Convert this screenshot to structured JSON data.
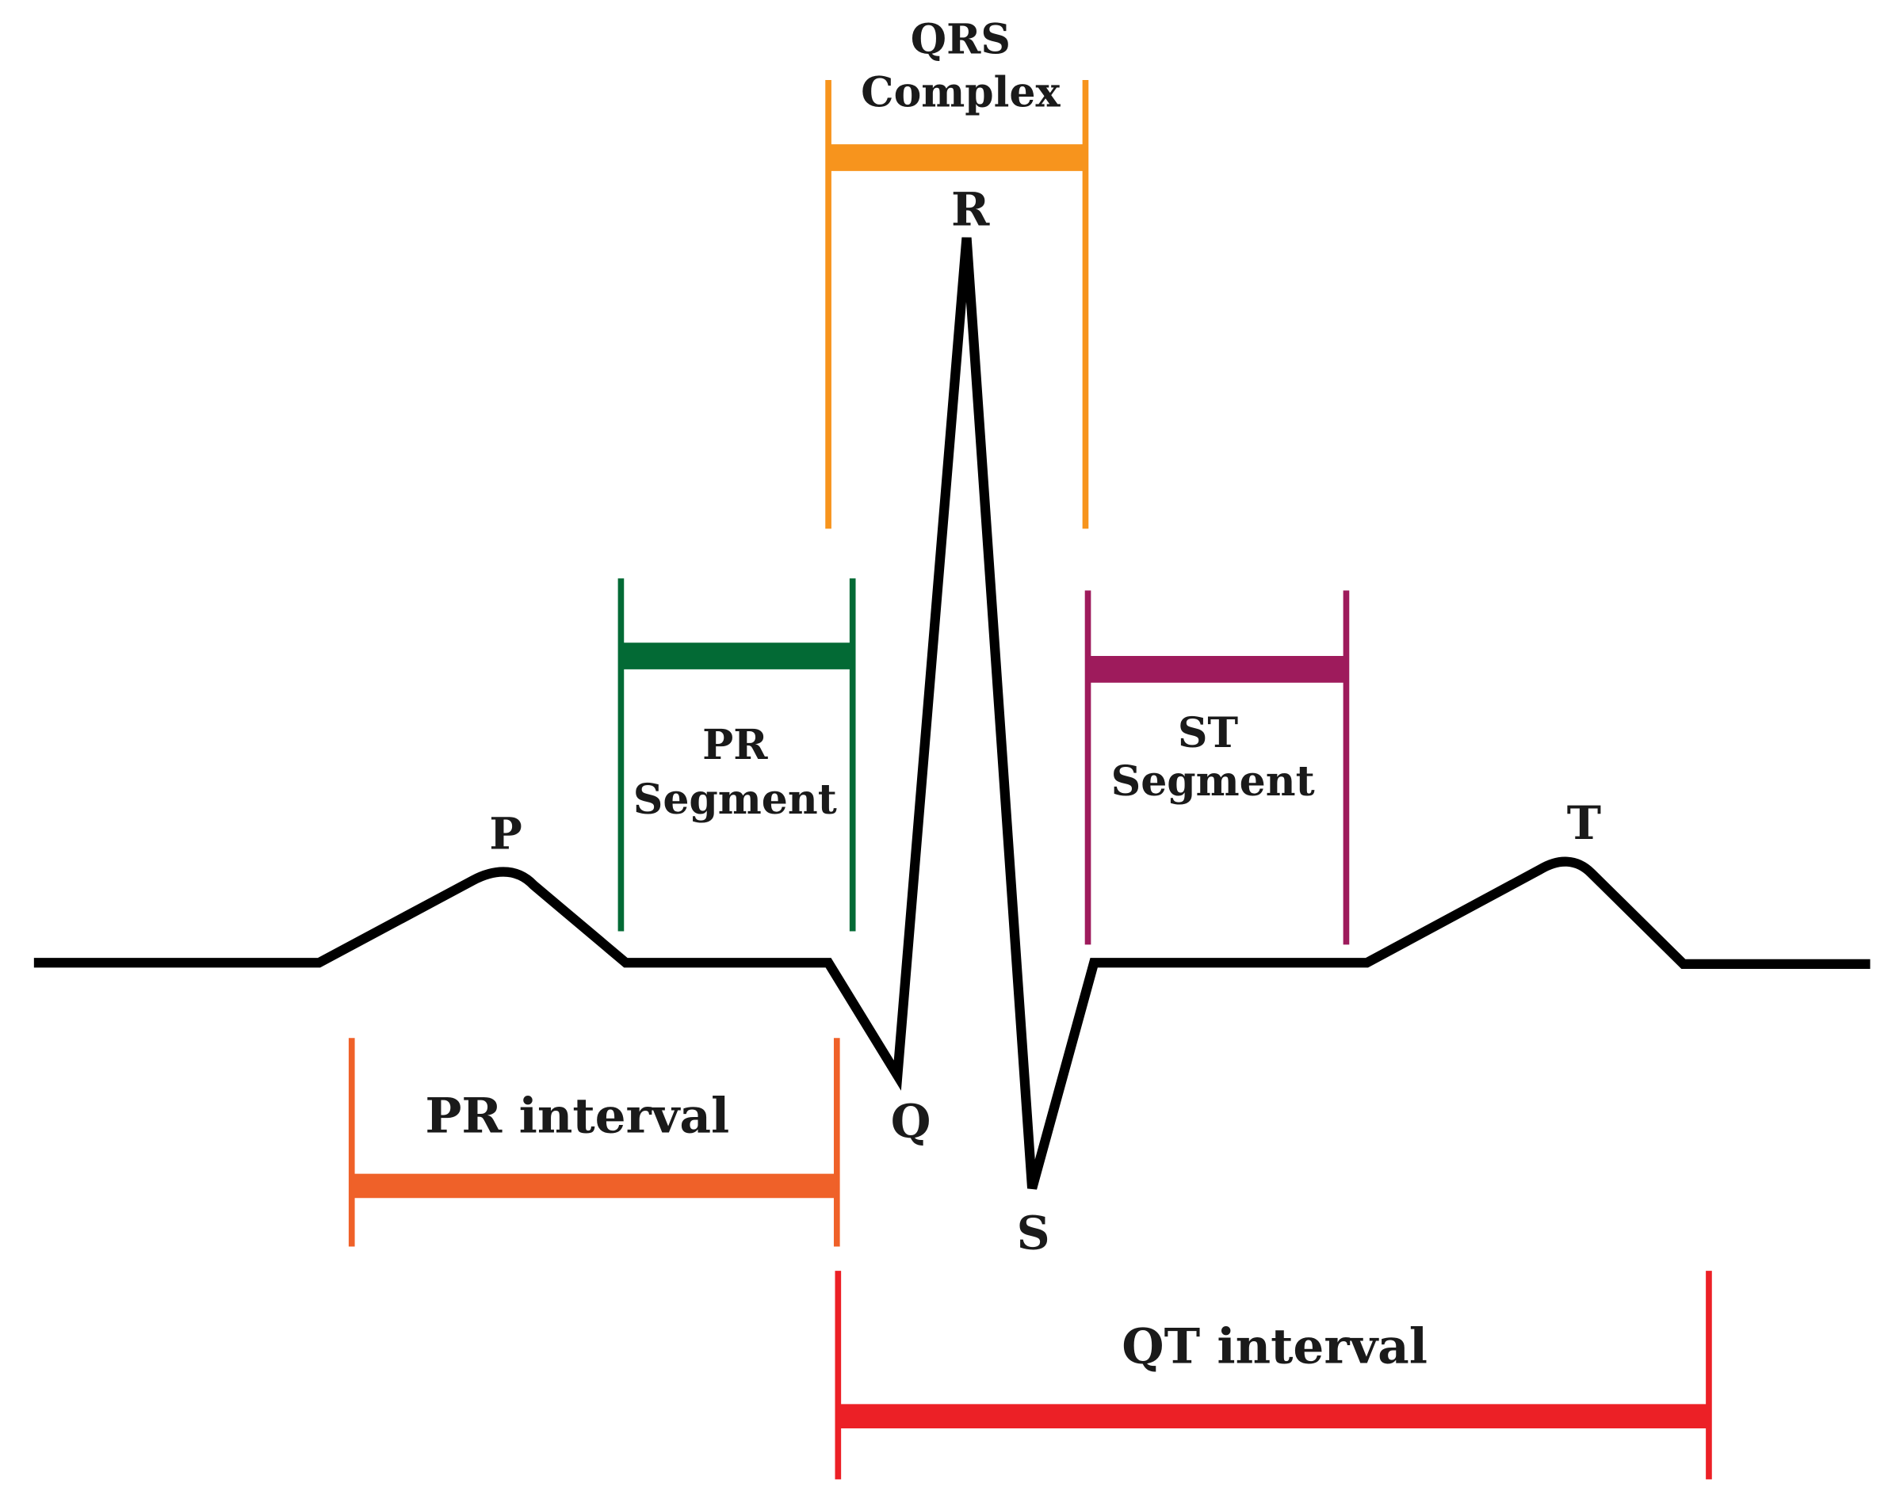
{
  "colors": {
    "waveform": "#000000",
    "qrs_complex": "#f7941d",
    "pr_segment": "#036a35",
    "st_segment": "#9e1b5c",
    "pr_interval": "#ef6129",
    "qt_interval": "#ec2026",
    "text": "#1a1a1a"
  },
  "waves": {
    "p": "P",
    "q": "Q",
    "r": "R",
    "s": "S",
    "t": "T"
  },
  "brackets": {
    "qrs_complex": {
      "line1": "QRS",
      "line2": "Complex"
    },
    "pr_segment": {
      "line1": "PR",
      "line2": "Segment"
    },
    "st_segment": {
      "line1": "ST",
      "line2": "Segment"
    },
    "pr_interval": {
      "label": "PR interval"
    },
    "qt_interval": {
      "label": "QT interval"
    }
  }
}
